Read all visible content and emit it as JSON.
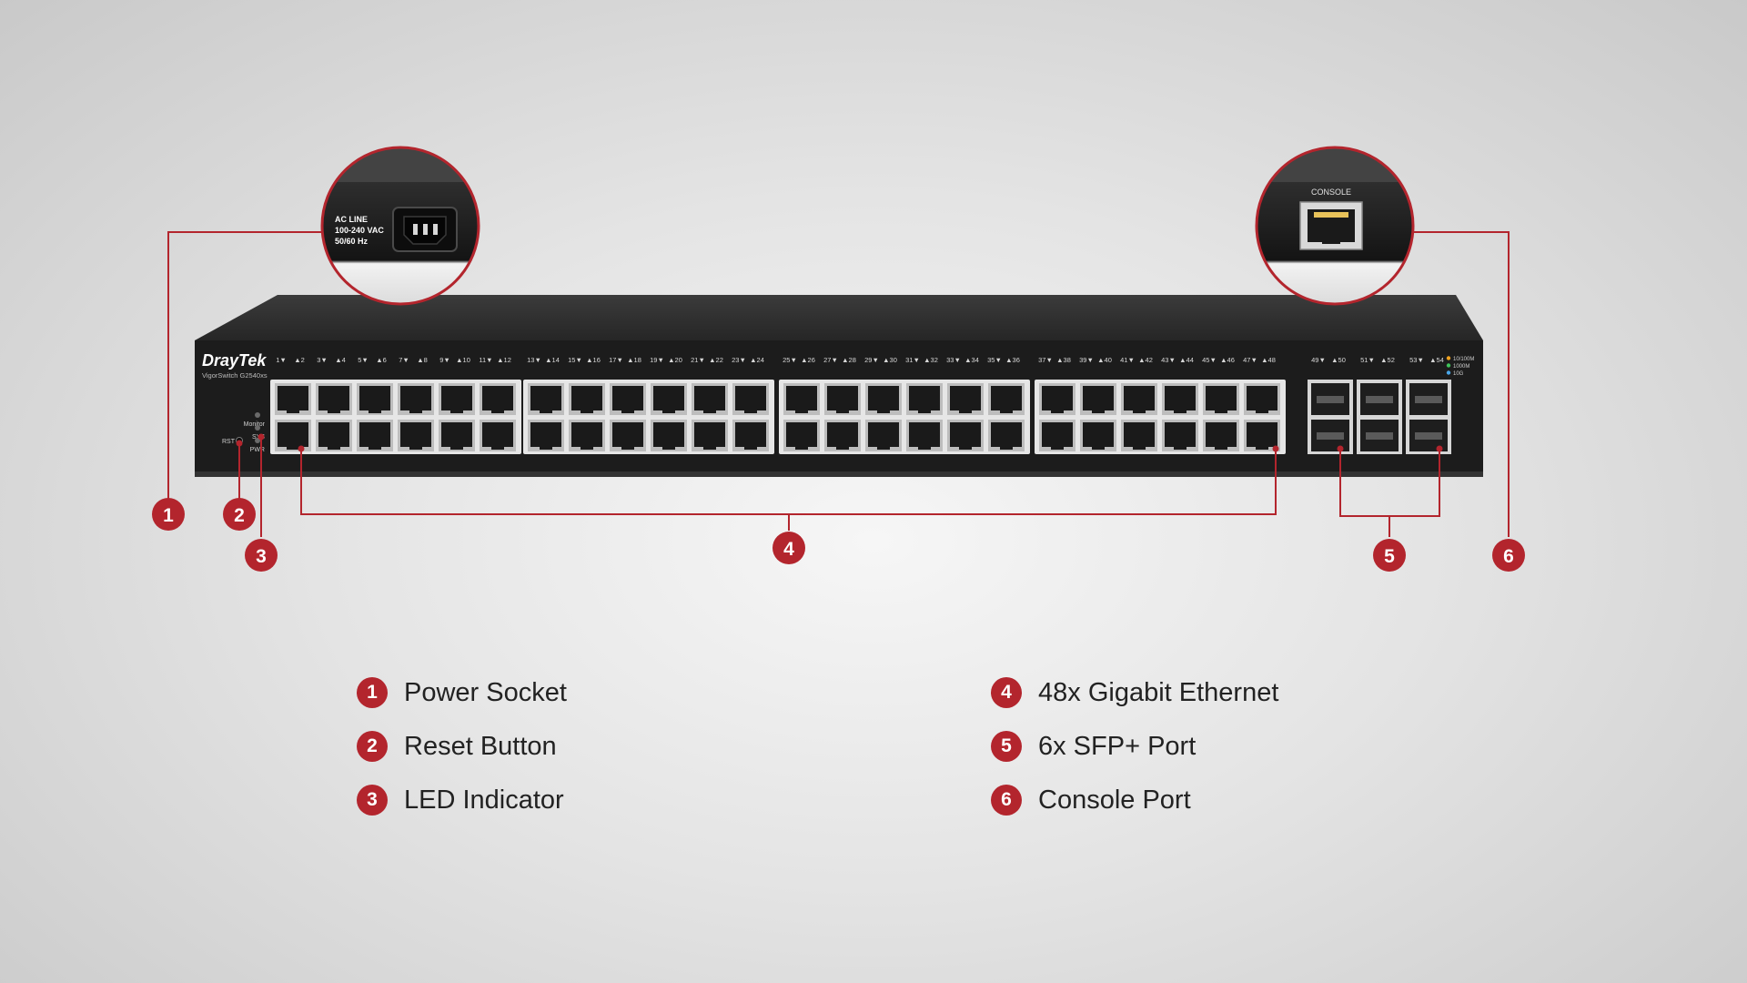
{
  "colors": {
    "accent": "#b3252d",
    "device": "#1c1c1c",
    "port_frame": "#e6e6e6"
  },
  "device": {
    "brand": "DrayTek",
    "model": "VigorSwitch G2540xs",
    "led_labels": [
      "Monitor",
      "SYS",
      "PWR"
    ],
    "reset_label": "RST",
    "port_groups": [
      [
        "1",
        "2",
        "3",
        "4",
        "5",
        "6",
        "7",
        "8",
        "9",
        "10",
        "11",
        "12"
      ],
      [
        "13",
        "14",
        "15",
        "16",
        "17",
        "18",
        "19",
        "20",
        "21",
        "22",
        "23",
        "24"
      ],
      [
        "25",
        "26",
        "27",
        "28",
        "29",
        "30",
        "31",
        "32",
        "33",
        "34",
        "35",
        "36"
      ],
      [
        "37",
        "38",
        "39",
        "40",
        "41",
        "42",
        "43",
        "44",
        "45",
        "46",
        "47",
        "48"
      ]
    ],
    "sfp_ports": [
      "49",
      "50",
      "51",
      "52",
      "53",
      "54"
    ],
    "speed_legend": [
      "10/100M",
      "1000M",
      "10G"
    ],
    "speed_colors": [
      "#f0a21f",
      "#3fc35a",
      "#49a6e8"
    ]
  },
  "zoom_power": {
    "lines": [
      "AC LINE",
      "100-240 VAC",
      "50/60 Hz"
    ]
  },
  "zoom_console": {
    "label": "CONSOLE"
  },
  "callouts": [
    "1",
    "2",
    "3",
    "4",
    "5",
    "6"
  ],
  "legend": [
    {
      "num": "1",
      "label": "Power Socket"
    },
    {
      "num": "2",
      "label": "Reset Button"
    },
    {
      "num": "3",
      "label": "LED Indicator"
    },
    {
      "num": "4",
      "label": "48x Gigabit Ethernet"
    },
    {
      "num": "5",
      "label": "6x SFP+ Port"
    },
    {
      "num": "6",
      "label": "Console Port"
    }
  ]
}
